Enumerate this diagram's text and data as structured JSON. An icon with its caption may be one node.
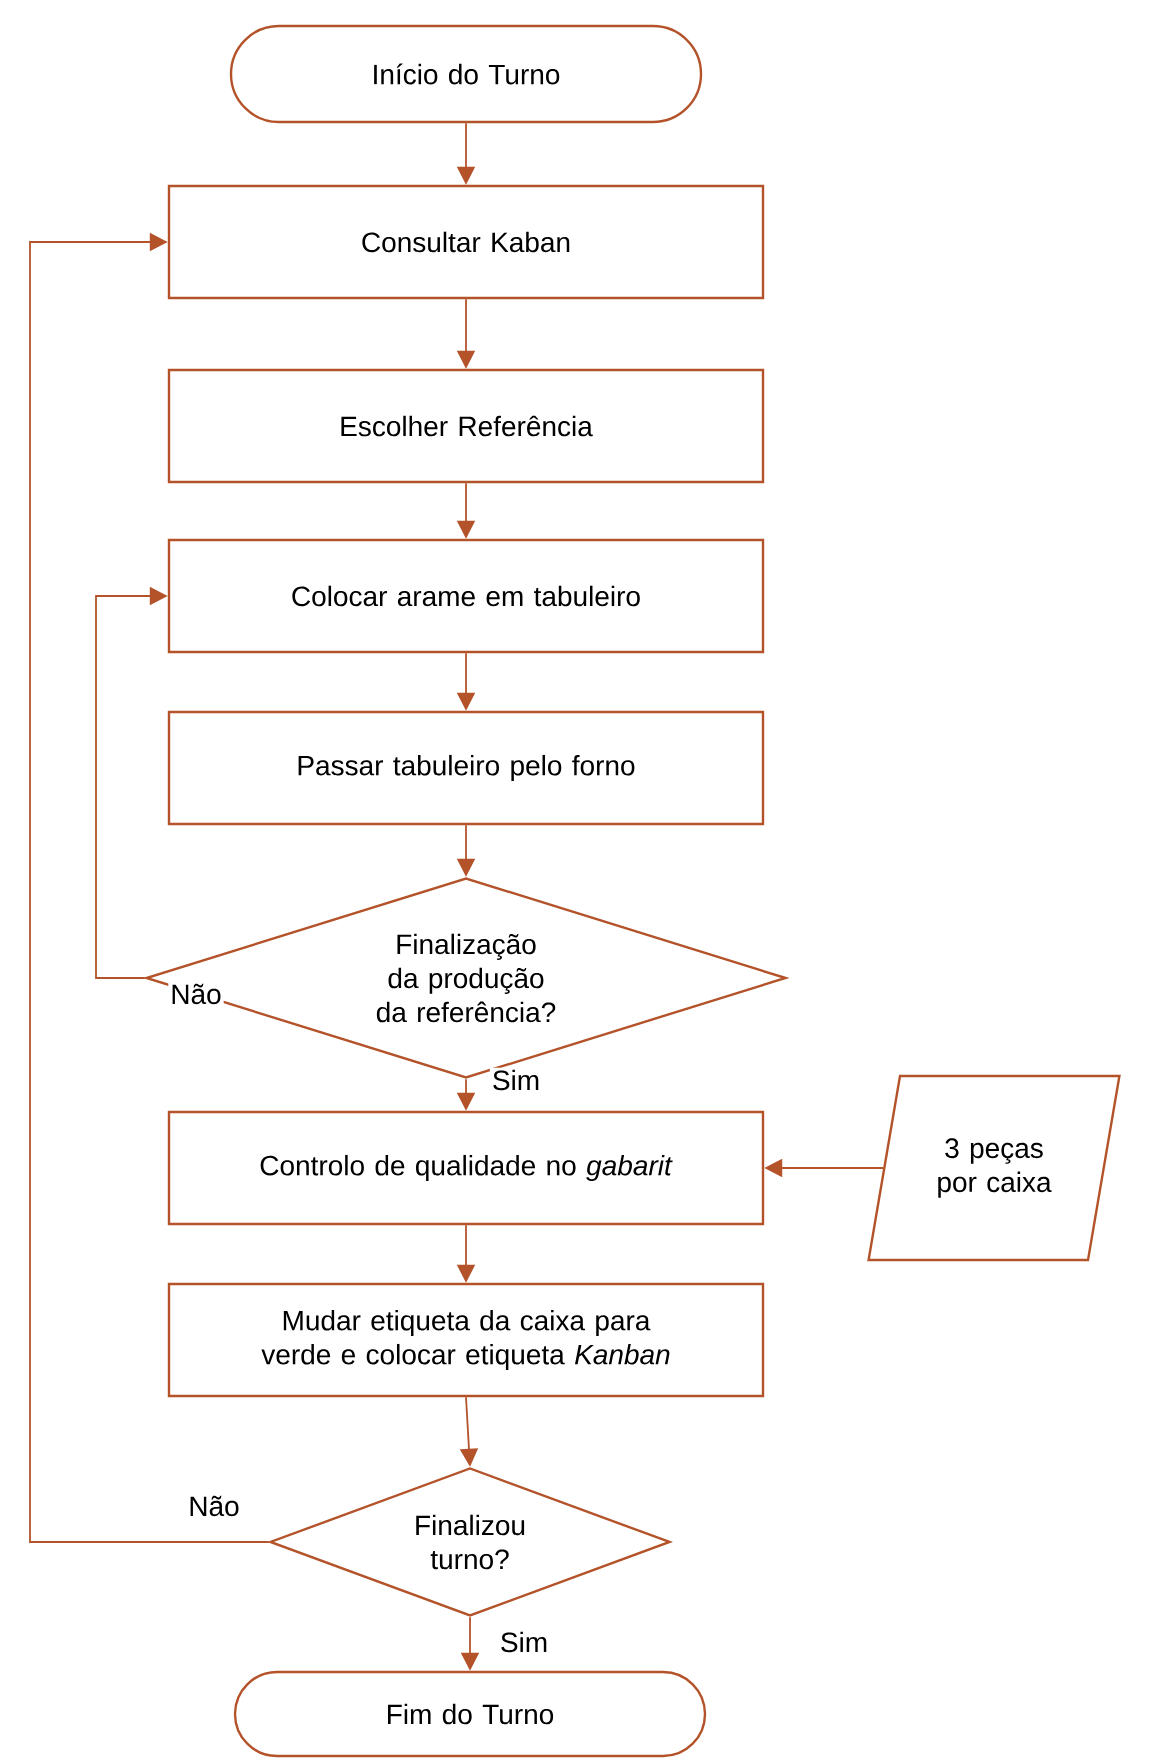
{
  "diagram": {
    "nodes": [
      {
        "text": [
          "Início do Turno"
        ]
      },
      {
        "text": [
          "Consultar Kaban"
        ]
      },
      {
        "text": [
          "Escolher Referência"
        ]
      },
      {
        "text": [
          "Colocar arame em tabuleiro"
        ]
      },
      {
        "text": [
          "Passar tabuleiro pelo forno"
        ]
      },
      {
        "text": [
          "Finalização da produção da referência?"
        ]
      },
      {
        "text": [
          "Controlo de qualidade no *gabarit*"
        ]
      },
      {
        "text": [
          "3 peças por caixa"
        ]
      },
      {
        "text": [
          "Mudar etiqueta da caixa para verde e colocar etiqueta *Kanban*"
        ]
      },
      {
        "text": [
          "Finalizou turno?"
        ]
      },
      {
        "text": [
          "Fim do Turno"
        ]
      }
    ],
    "edges": [
      {
        "from": 0,
        "to": 1,
        "arrow": "to"
      },
      {
        "from": 1,
        "to": 2,
        "arrow": "to"
      },
      {
        "from": 2,
        "to": 3,
        "arrow": "to"
      },
      {
        "from": 3,
        "to": 4,
        "arrow": "to"
      },
      {
        "from": 4,
        "to": 5,
        "arrow": "to"
      },
      {
        "from": 5,
        "to": 6,
        "arrow": "to",
        "label": "Sim"
      },
      {
        "from": 7,
        "to": 6,
        "arrow": "to"
      },
      {
        "from": 6,
        "to": 8,
        "arrow": "to"
      },
      {
        "from": 8,
        "to": 9,
        "arrow": "to"
      },
      {
        "from": 9,
        "to": 10,
        "arrow": "to",
        "label": "Sim"
      },
      {
        "from": 5,
        "to": 3,
        "arrow": "to",
        "label": "Não"
      },
      {
        "from": 9,
        "to": 1,
        "arrow": "to",
        "label": "Não"
      }
    ]
  }
}
